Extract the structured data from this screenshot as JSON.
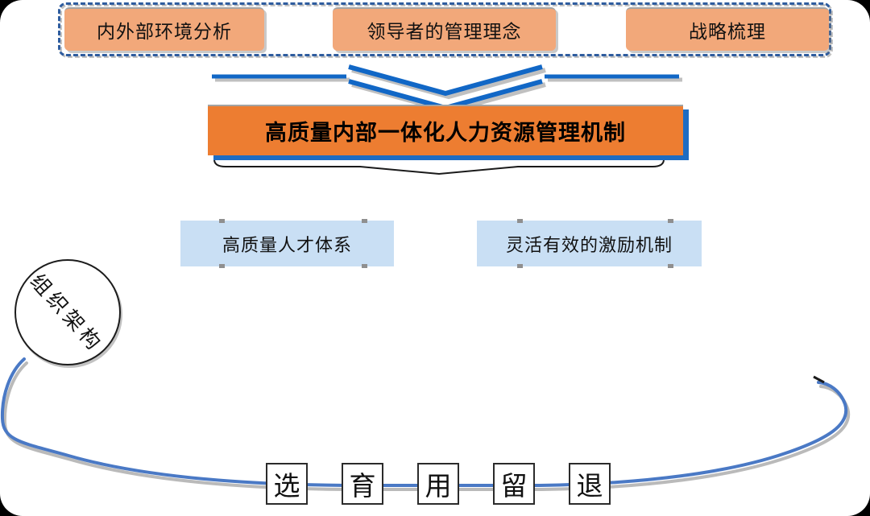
{
  "colors": {
    "background": "#FFFFFF",
    "corner": "#000000",
    "input_box_fill": "#F2A87A",
    "center_box_fill": "#ED7D31",
    "center_box_shadow_blue": "#1E6CC2",
    "dashed_border_blue": "#2E5C9E",
    "chevron_blue": "#1167C6",
    "pillar_box_fill": "#C9DFF4",
    "cycle_curve_blue": "#4A79C5",
    "text": "#111111"
  },
  "inputs_group": {
    "boxes": [
      {
        "label": "内外部环境分析"
      },
      {
        "label": "领导者的管理理念"
      },
      {
        "label": "战略梳理"
      }
    ]
  },
  "center_box": {
    "label": "高质量内部一体化人力资源管理机制"
  },
  "pillars": [
    {
      "label": "高质量人才体系"
    },
    {
      "label": "灵活有效的激励机制"
    }
  ],
  "org_circle": {
    "label": "组织架构"
  },
  "cycle_steps": [
    {
      "label": "选"
    },
    {
      "label": "育"
    },
    {
      "label": "用"
    },
    {
      "label": "留"
    },
    {
      "label": "退"
    }
  ]
}
